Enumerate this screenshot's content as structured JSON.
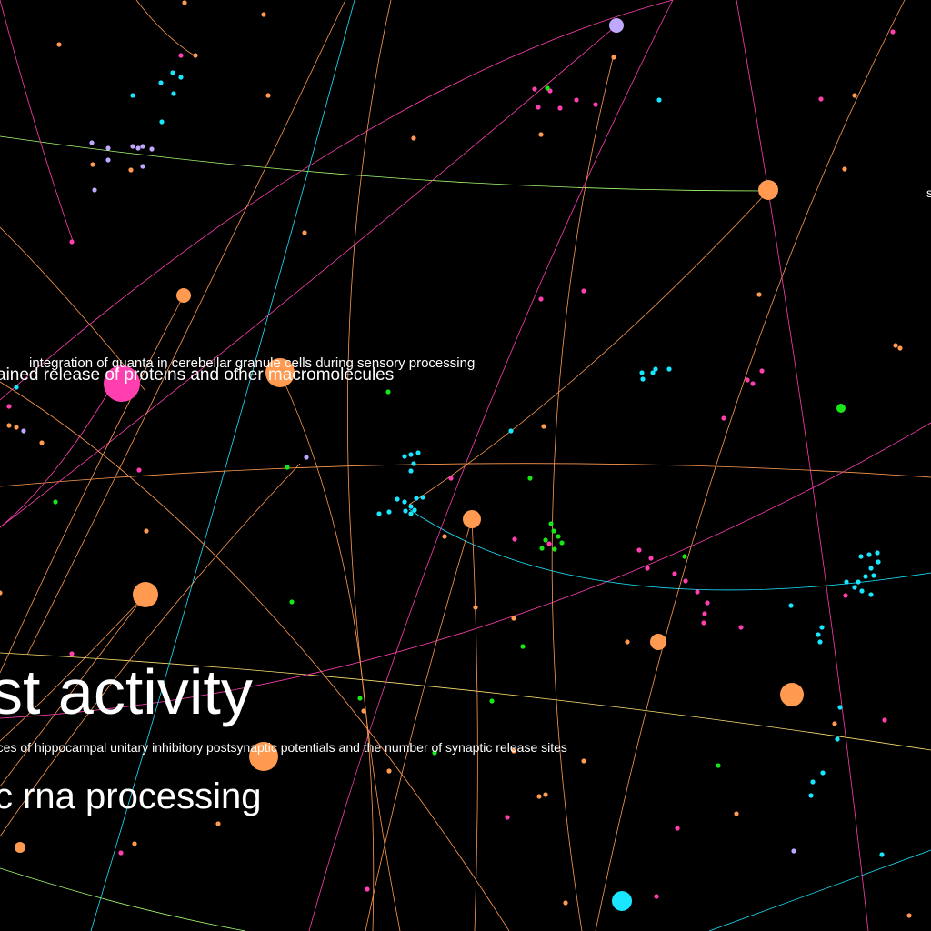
{
  "labels": {
    "quanta": "integration of quanta in cerebellar granule cells during sensory processing",
    "sustained": "ained release of proteins and other macromolecules",
    "activity": "st activity",
    "hippocampal": "rces of hippocampal unitary inhibitory postsynaptic potentials and the number of synaptic release sites",
    "rna": "c rna processing",
    "edge": "s"
  },
  "colors": {
    "background": "#000000",
    "orange": "#ff9a50",
    "magenta": "#ff3fb0",
    "cyan": "#19e6ff",
    "green": "#19e619",
    "lavender": "#c0a8ff",
    "light_green": "#a8ff70",
    "yellow": "#ffe070",
    "label": "#ffffff"
  }
}
